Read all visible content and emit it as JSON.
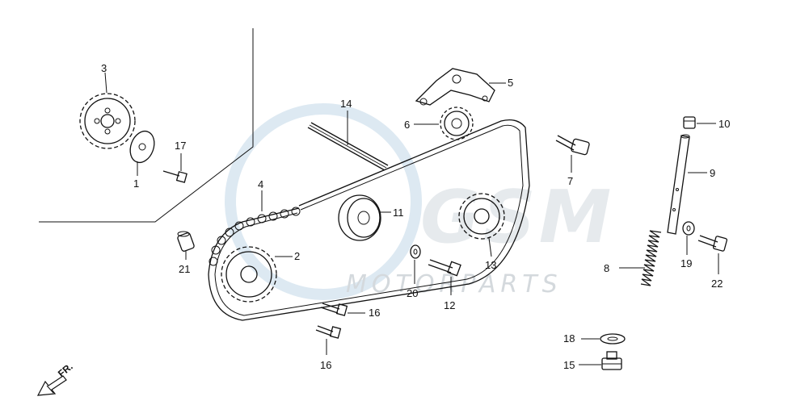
{
  "watermark": {
    "logo": "GSM",
    "text": "MOTORPARTS"
  },
  "direction": {
    "label": "FR."
  },
  "callouts": {
    "c1": "1",
    "c2": "2",
    "c3": "3",
    "c4": "4",
    "c5": "5",
    "c6": "6",
    "c7": "7",
    "c8": "8",
    "c9": "9",
    "c10": "10",
    "c11": "11",
    "c12": "12",
    "c13": "13",
    "c14": "14",
    "c15": "15",
    "c16a": "16",
    "c16b": "16",
    "c17": "17",
    "c18": "18",
    "c19": "19",
    "c20": "20",
    "c21": "21",
    "c22": "22"
  }
}
